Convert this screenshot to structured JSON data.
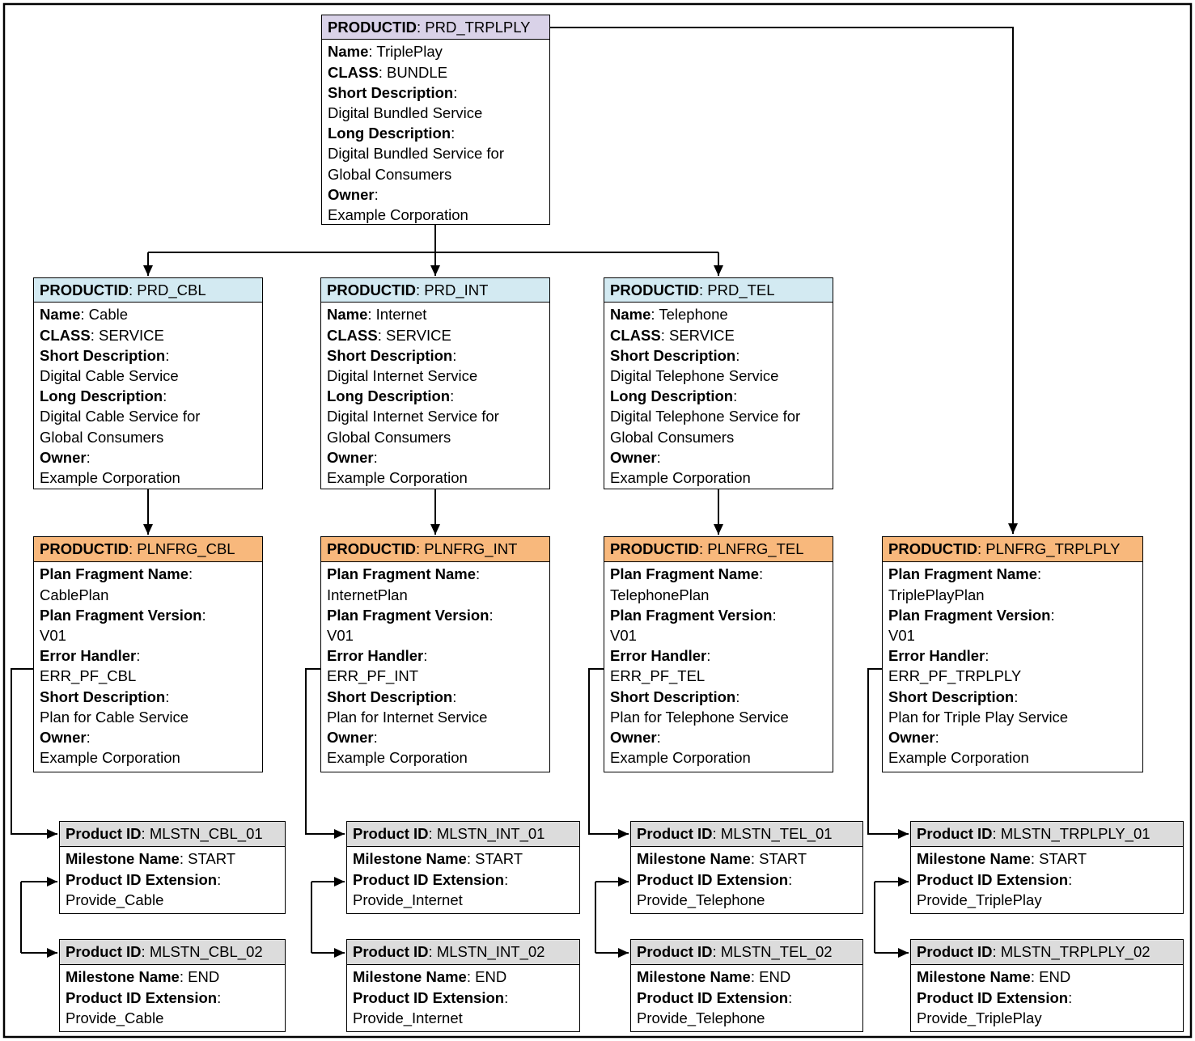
{
  "diagram": {
    "colors": {
      "bundle_header": "#D9D2E8",
      "service_header": "#D3EAF2",
      "plan_fragment_header": "#F8B87C",
      "milestone_header": "#DCDCDC",
      "box_border": "#000000",
      "background": "#FFFFFF"
    },
    "boxes": [
      {
        "id": "PRD_TRPLPLY",
        "type": "bundle",
        "header": {
          "label": "PRODUCTID",
          "value": "PRD_TRPLPLY"
        },
        "lines": [
          {
            "label": "Name",
            "value": "TriplePlay"
          },
          {
            "label": "CLASS",
            "value": "BUNDLE"
          },
          {
            "label": "Short Description",
            "value": ""
          },
          {
            "text": "Digital Bundled Service"
          },
          {
            "label": "Long Description",
            "value": ""
          },
          {
            "text": "Digital Bundled Service for"
          },
          {
            "text": "Global Consumers"
          },
          {
            "label": "Owner",
            "value": ""
          },
          {
            "text": "Example Corporation"
          }
        ]
      },
      {
        "id": "PRD_CBL",
        "type": "service",
        "header": {
          "label": "PRODUCTID",
          "value": "PRD_CBL"
        },
        "lines": [
          {
            "label": "Name",
            "value": "Cable"
          },
          {
            "label": "CLASS",
            "value": "SERVICE"
          },
          {
            "label": "Short Description",
            "value": ""
          },
          {
            "text": "Digital Cable Service"
          },
          {
            "label": "Long Description",
            "value": ""
          },
          {
            "text": "Digital Cable Service for"
          },
          {
            "text": "Global Consumers"
          },
          {
            "label": "Owner",
            "value": ""
          },
          {
            "text": "Example Corporation"
          }
        ]
      },
      {
        "id": "PRD_INT",
        "type": "service",
        "header": {
          "label": "PRODUCTID",
          "value": "PRD_INT"
        },
        "lines": [
          {
            "label": "Name",
            "value": "Internet"
          },
          {
            "label": "CLASS",
            "value": "SERVICE"
          },
          {
            "label": "Short Description",
            "value": ""
          },
          {
            "text": "Digital Internet Service"
          },
          {
            "label": "Long Description",
            "value": ""
          },
          {
            "text": "Digital Internet Service for"
          },
          {
            "text": "Global Consumers"
          },
          {
            "label": "Owner",
            "value": ""
          },
          {
            "text": "Example Corporation"
          }
        ]
      },
      {
        "id": "PRD_TEL",
        "type": "service",
        "header": {
          "label": "PRODUCTID",
          "value": "PRD_TEL"
        },
        "lines": [
          {
            "label": "Name",
            "value": "Telephone"
          },
          {
            "label": "CLASS",
            "value": "SERVICE"
          },
          {
            "label": "Short Description",
            "value": ""
          },
          {
            "text": "Digital Telephone Service"
          },
          {
            "label": "Long Description",
            "value": ""
          },
          {
            "text": "Digital Telephone Service for"
          },
          {
            "text": "Global Consumers"
          },
          {
            "label": "Owner",
            "value": ""
          },
          {
            "text": "Example Corporation"
          }
        ]
      },
      {
        "id": "PLNFRG_CBL",
        "type": "plan-fragment",
        "header": {
          "label": "PRODUCTID",
          "value": "PLNFRG_CBL"
        },
        "lines": [
          {
            "label": "Plan Fragment Name",
            "value": ""
          },
          {
            "text": "CablePlan"
          },
          {
            "label": "Plan Fragment Version",
            "value": ""
          },
          {
            "text": "V01"
          },
          {
            "label": "Error Handler",
            "value": ""
          },
          {
            "text": "ERR_PF_CBL"
          },
          {
            "label": "Short Description",
            "value": ""
          },
          {
            "text": "Plan for Cable Service"
          },
          {
            "label": "Owner",
            "value": ""
          },
          {
            "text": "Example Corporation"
          }
        ]
      },
      {
        "id": "PLNFRG_INT",
        "type": "plan-fragment",
        "header": {
          "label": "PRODUCTID",
          "value": "PLNFRG_INT"
        },
        "lines": [
          {
            "label": "Plan Fragment Name",
            "value": ""
          },
          {
            "text": "InternetPlan"
          },
          {
            "label": "Plan Fragment Version",
            "value": ""
          },
          {
            "text": "V01"
          },
          {
            "label": "Error Handler",
            "value": ""
          },
          {
            "text": "ERR_PF_INT"
          },
          {
            "label": "Short Description",
            "value": ""
          },
          {
            "text": "Plan for Internet Service"
          },
          {
            "label": "Owner",
            "value": ""
          },
          {
            "text": "Example Corporation"
          }
        ]
      },
      {
        "id": "PLNFRG_TEL",
        "type": "plan-fragment",
        "header": {
          "label": "PRODUCTID",
          "value": "PLNFRG_TEL"
        },
        "lines": [
          {
            "label": "Plan Fragment Name",
            "value": ""
          },
          {
            "text": "TelephonePlan"
          },
          {
            "label": "Plan Fragment Version",
            "value": ""
          },
          {
            "text": "V01"
          },
          {
            "label": "Error Handler",
            "value": ""
          },
          {
            "text": "ERR_PF_TEL"
          },
          {
            "label": "Short Description",
            "value": ""
          },
          {
            "text": "Plan for Telephone Service"
          },
          {
            "label": "Owner",
            "value": ""
          },
          {
            "text": "Example Corporation"
          }
        ]
      },
      {
        "id": "PLNFRG_TRPLPLY",
        "type": "plan-fragment",
        "header": {
          "label": "PRODUCTID",
          "value": "PLNFRG_TRPLPLY"
        },
        "lines": [
          {
            "label": "Plan Fragment Name",
            "value": ""
          },
          {
            "text": "TriplePlayPlan"
          },
          {
            "label": "Plan Fragment Version",
            "value": ""
          },
          {
            "text": "V01"
          },
          {
            "label": "Error Handler",
            "value": ""
          },
          {
            "text": "ERR_PF_TRPLPLY"
          },
          {
            "label": "Short Description",
            "value": ""
          },
          {
            "text": "Plan for Triple Play Service"
          },
          {
            "label": "Owner",
            "value": ""
          },
          {
            "text": "Example Corporation"
          }
        ]
      },
      {
        "id": "MLSTN_CBL_01",
        "type": "milestone",
        "header": {
          "label": "Product ID",
          "value": "MLSTN_CBL_01"
        },
        "lines": [
          {
            "label": "Milestone Name",
            "value": "START"
          },
          {
            "label": "Product ID Extension",
            "value": ""
          },
          {
            "text": "Provide_Cable"
          }
        ]
      },
      {
        "id": "MLSTN_CBL_02",
        "type": "milestone",
        "header": {
          "label": "Product ID",
          "value": "MLSTN_CBL_02"
        },
        "lines": [
          {
            "label": "Milestone Name",
            "value": "END"
          },
          {
            "label": "Product ID Extension",
            "value": ""
          },
          {
            "text": "Provide_Cable"
          }
        ]
      },
      {
        "id": "MLSTN_INT_01",
        "type": "milestone",
        "header": {
          "label": "Product ID",
          "value": "MLSTN_INT_01"
        },
        "lines": [
          {
            "label": "Milestone Name",
            "value": "START"
          },
          {
            "label": "Product ID Extension",
            "value": ""
          },
          {
            "text": "Provide_Internet"
          }
        ]
      },
      {
        "id": "MLSTN_INT_02",
        "type": "milestone",
        "header": {
          "label": "Product ID",
          "value": "MLSTN_INT_02"
        },
        "lines": [
          {
            "label": "Milestone Name",
            "value": "END"
          },
          {
            "label": "Product ID Extension",
            "value": ""
          },
          {
            "text": "Provide_Internet"
          }
        ]
      },
      {
        "id": "MLSTN_TEL_01",
        "type": "milestone",
        "header": {
          "label": "Product ID",
          "value": "MLSTN_TEL_01"
        },
        "lines": [
          {
            "label": "Milestone Name",
            "value": "START"
          },
          {
            "label": "Product ID Extension",
            "value": ""
          },
          {
            "text": "Provide_Telephone"
          }
        ]
      },
      {
        "id": "MLSTN_TEL_02",
        "type": "milestone",
        "header": {
          "label": "Product ID",
          "value": "MLSTN_TEL_02"
        },
        "lines": [
          {
            "label": "Milestone Name",
            "value": "END"
          },
          {
            "label": "Product ID Extension",
            "value": ""
          },
          {
            "text": "Provide_Telephone"
          }
        ]
      },
      {
        "id": "MLSTN_TRPLPLY_01",
        "type": "milestone",
        "header": {
          "label": "Product ID",
          "value": "MLSTN_TRPLPLY_01"
        },
        "lines": [
          {
            "label": "Milestone Name",
            "value": "START"
          },
          {
            "label": "Product ID Extension",
            "value": ""
          },
          {
            "text": "Provide_TriplePlay"
          }
        ]
      },
      {
        "id": "MLSTN_TRPLPLY_02",
        "type": "milestone",
        "header": {
          "label": "Product ID",
          "value": "MLSTN_TRPLPLY_02"
        },
        "lines": [
          {
            "label": "Milestone Name",
            "value": "END"
          },
          {
            "label": "Product ID Extension",
            "value": ""
          },
          {
            "text": "Provide_TriplePlay"
          }
        ]
      }
    ]
  }
}
